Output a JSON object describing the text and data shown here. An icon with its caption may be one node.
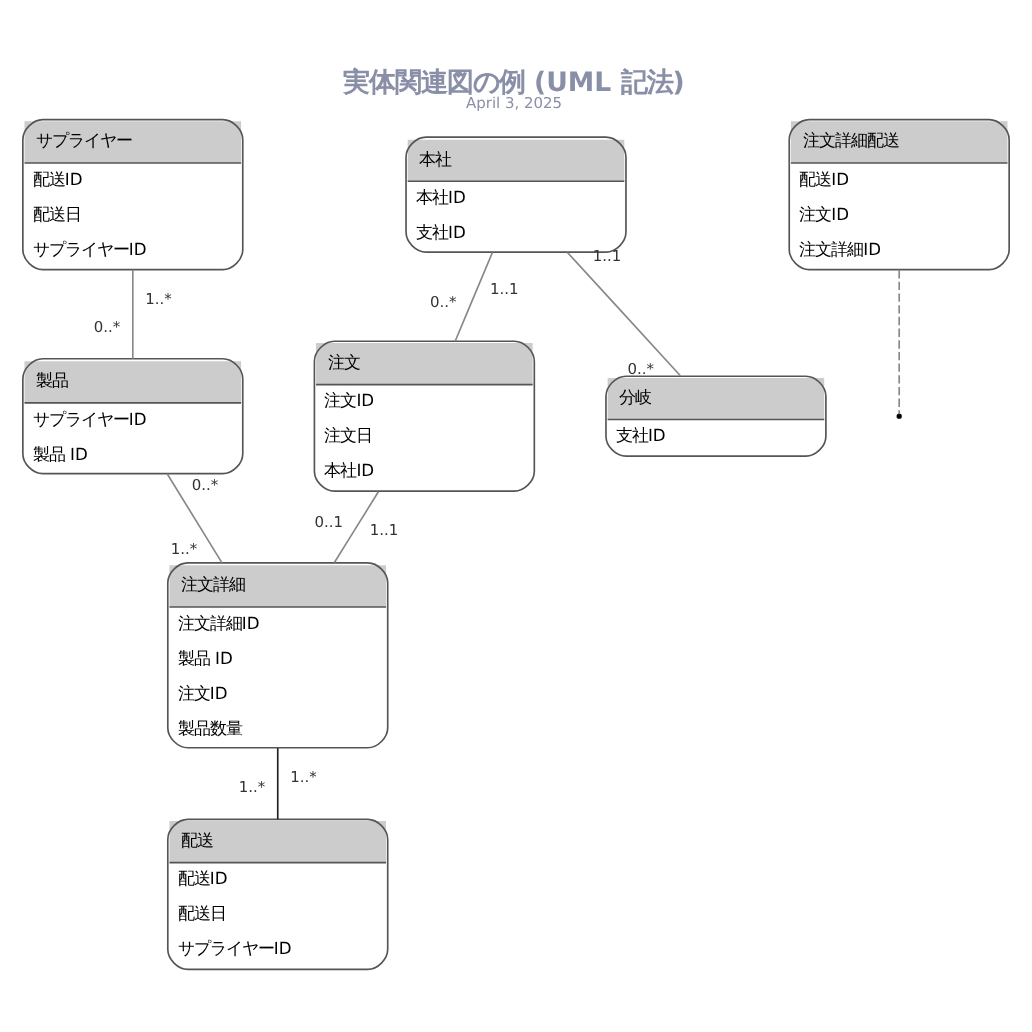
{
  "diagram": {
    "title": "実体関連図の例 (UML 記法)",
    "caption": "April 3, 2025",
    "nodes": [
      {
        "text": [
          "サプライヤー",
          "配送ID",
          "配送日",
          "サプライヤーID"
        ]
      },
      {
        "text": [
          "注文",
          "注文ID",
          "注文日",
          "本社ID"
        ]
      },
      {
        "text": [
          "注文詳細",
          "注文詳細ID",
          "製品 ID",
          "注文ID",
          "製品数量"
        ]
      },
      {
        "text": [
          "製品",
          "サプライヤーID",
          "製品 ID"
        ]
      },
      {
        "text": [
          "注文詳細配送",
          "配送ID",
          "注文ID",
          "注文詳細ID"
        ]
      },
      {
        "text": [
          "本社",
          "本社ID",
          "支社ID"
        ]
      },
      {
        "text": [
          "分岐",
          "支社ID"
        ]
      },
      {
        "text": [
          "配送",
          "配送ID",
          "配送日",
          "サプライヤーID"
        ]
      }
    ],
    "edges": [
      {
        "from": 1,
        "to": 2,
        "arrow": "none"
      },
      {
        "from": 0,
        "to": 3,
        "arrow": "none"
      },
      {
        "from": 5,
        "to": 1,
        "arrow": "none"
      },
      {
        "from": 3,
        "to": 2,
        "arrow": "none"
      },
      {
        "from": 2,
        "to": 7,
        "arrow": "none",
        "color": "#222222"
      },
      {
        "from": 4,
        "to": null,
        "arrow": "none",
        "style": "dashed"
      },
      {
        "from": 5,
        "to": 6,
        "arrow": "none"
      }
    ],
    "labels": [
      "1..1",
      "0..1",
      "1..*",
      "1..*",
      "0..*",
      "1..*",
      "0..*",
      "0..*",
      "1..1",
      "1..*",
      "1..1",
      "0..*"
    ]
  }
}
